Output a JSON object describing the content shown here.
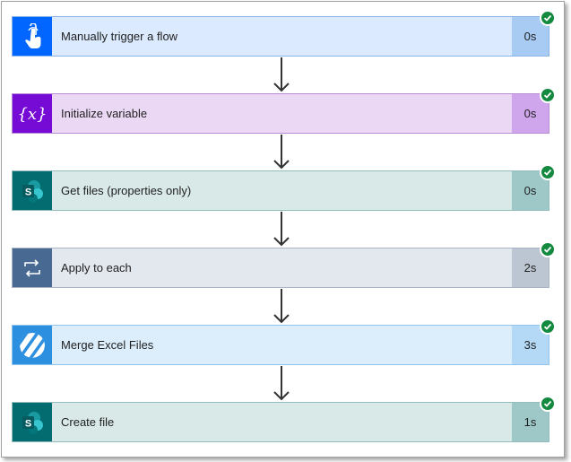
{
  "steps": [
    {
      "label": "Manually trigger a flow",
      "duration": "0s",
      "icon": "touch-hand-icon",
      "colors": {
        "bg": "#dbeafe",
        "border": "#8ab4e6",
        "icon_bg": "#0066ff",
        "duration_bg": "#a8cbf3"
      }
    },
    {
      "label": "Initialize variable",
      "duration": "0s",
      "icon": "variable-braces-icon",
      "colors": {
        "bg": "#ead8f5",
        "border": "#b88dd6",
        "icon_bg": "#770bd6",
        "duration_bg": "#cfa6ec"
      }
    },
    {
      "label": "Get files (properties only)",
      "duration": "0s",
      "icon": "sharepoint-icon",
      "colors": {
        "bg": "#d8e9e8",
        "border": "#93bdbc",
        "icon_bg": "#036c70",
        "duration_bg": "#9dc8c7"
      }
    },
    {
      "label": "Apply to each",
      "duration": "2s",
      "icon": "loop-icon",
      "colors": {
        "bg": "#e3e8ef",
        "border": "#a9b5c6",
        "icon_bg": "#486991",
        "duration_bg": "#bcc6d3"
      }
    },
    {
      "label": "Merge Excel Files",
      "duration": "3s",
      "icon": "stripes-logo-icon",
      "colors": {
        "bg": "#dceefc",
        "border": "#92c3ec",
        "icon_bg": "#2d8fe0",
        "duration_bg": "#b3d9f6"
      }
    },
    {
      "label": "Create file",
      "duration": "1s",
      "icon": "sharepoint-icon",
      "colors": {
        "bg": "#d8e9e8",
        "border": "#93bdbc",
        "icon_bg": "#036c70",
        "duration_bg": "#9dc8c7"
      }
    }
  ],
  "status": {
    "success_color": "#138a3f"
  }
}
